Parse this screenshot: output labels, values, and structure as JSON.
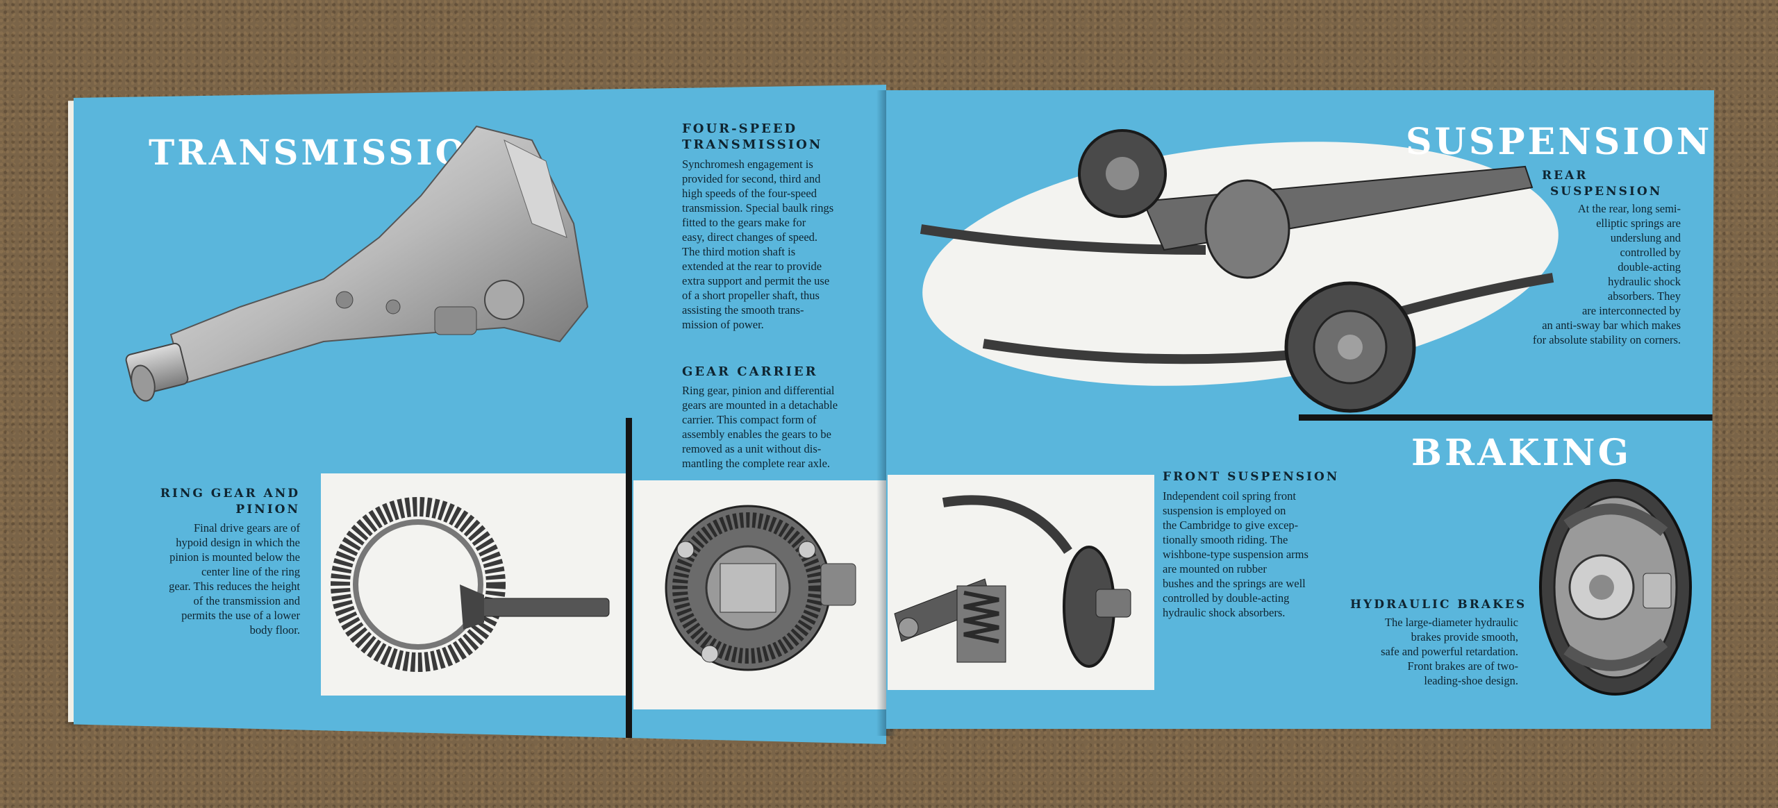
{
  "left_page": {
    "transmission": {
      "heading": "TRANSMISSION",
      "four_speed_title_1": "FOUR-SPEED",
      "four_speed_title_2": "TRANSMISSION",
      "four_speed_lines": [
        "Synchromesh engagement is",
        "provided for second, third and",
        "high speeds of the four-speed",
        "transmission. Special baulk rings",
        "fitted to the gears make for",
        "easy, direct changes of speed.",
        "The third motion shaft is",
        "extended at the rear to provide",
        "extra support and permit the use",
        "of a short propeller shaft, thus",
        "assisting the smooth trans-",
        "mission of power."
      ]
    },
    "gear_carrier": {
      "title": "GEAR CARRIER",
      "lines": [
        "Ring gear, pinion and differential",
        "gears are mounted in a detachable",
        "carrier. This compact form of",
        "assembly enables the gears to be",
        "removed as a unit without dis-",
        "mantling the complete rear axle."
      ]
    },
    "ring_gear": {
      "title_1": "RING GEAR AND",
      "title_2": "PINION",
      "lines": [
        "Final drive gears are of",
        "hypoid design in which the",
        "pinion is mounted below the",
        "center line of the ring",
        "gear. This reduces the height",
        "of the transmission and",
        "permits the use of a lower",
        "body floor."
      ]
    }
  },
  "right_page": {
    "suspension": {
      "heading": "SUSPENSION",
      "rear_title_1": "REAR",
      "rear_title_2": "SUSPENSION",
      "rear_lines": [
        "At the rear, long semi-",
        "elliptic springs are",
        "underslung and",
        "controlled by",
        "double-acting",
        "hydraulic shock",
        "absorbers. They",
        "are interconnected by",
        "an anti-sway bar which makes",
        "for absolute stability on corners."
      ]
    },
    "braking": {
      "heading": "BRAKING",
      "front_title": "FRONT SUSPENSION",
      "front_lines": [
        "Independent coil spring front",
        "suspension is employed on",
        "the Cambridge to give excep-",
        "tionally smooth riding. The",
        "wishbone-type suspension arms",
        "are mounted on rubber",
        "bushes and the springs are well",
        "controlled by double-acting",
        "hydraulic shock absorbers."
      ],
      "hydraulic_title": "HYDRAULIC BRAKES",
      "hydraulic_lines": [
        "The large-diameter hydraulic",
        "brakes provide smooth,",
        "safe and powerful retardation.",
        "Front brakes are of two-",
        "leading-shoe design."
      ]
    }
  },
  "colors": {
    "page_blue": "#5ab6dc",
    "ink": "#0f2430",
    "heading_white": "#ffffff",
    "panel_white": "#f3f3f0"
  }
}
